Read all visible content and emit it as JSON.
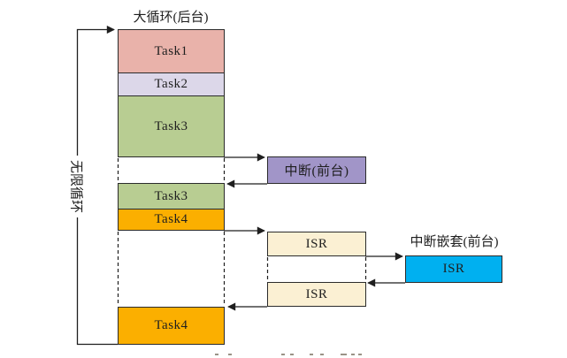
{
  "diagram": {
    "labels": {
      "title": "大循环(后台)",
      "infinite_loop": "无限循环",
      "nested_interrupt": "中断嵌套(前台)"
    },
    "boxes": {
      "task1": {
        "label": "Task1",
        "color": "#e9b2aa"
      },
      "task2": {
        "label": "Task2",
        "color": "#dcd7e9"
      },
      "task3a": {
        "label": "Task3",
        "color": "#b8cd92"
      },
      "task3b": {
        "label": "Task3",
        "color": "#b8cd92"
      },
      "task4a": {
        "label": "Task4",
        "color": "#fbaf00"
      },
      "task4b": {
        "label": "Task4",
        "color": "#fbaf00"
      },
      "interrupt": {
        "label": "中断(前台)",
        "color": "#a195c8"
      },
      "isr1": {
        "label": "ISR",
        "color": "#fbf0d3"
      },
      "isr2": {
        "label": "ISR",
        "color": "#fbf0d3"
      },
      "isr_nested": {
        "label": "ISR",
        "color": "#00b0f0"
      }
    },
    "colors": {
      "line": "#1f1f1f",
      "box_border": "#2b2b2b",
      "background": "#ffffff"
    }
  }
}
